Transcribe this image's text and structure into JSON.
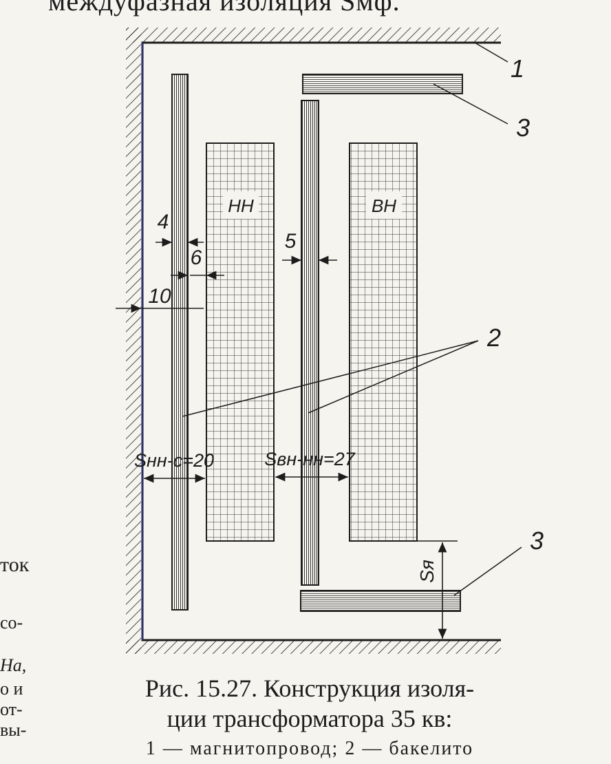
{
  "page_top_text": "междуфазная изоляция Sмф.",
  "figure": {
    "winding_labels": {
      "low_voltage": "НН",
      "high_voltage": "ВН"
    },
    "callouts": {
      "yoke": "1",
      "barrier": "2",
      "end_barrier": "3"
    },
    "dimensions": {
      "d4": "4",
      "d5": "5",
      "d6": "6",
      "d10": "10",
      "s_nn_c": "Sнн-с=20",
      "s_vn_nn": "Sвн-нн=27",
      "s_ya": "Sя"
    }
  },
  "caption": {
    "line1": "Рис. 15.27. Конструкция изоля-",
    "line2": "ции трансформатора 35 кв:",
    "line3": "1 — магнитопровод; 2 — бакелито"
  },
  "side_text": [
    "ток",
    "со-",
    "Нa,",
    "о и",
    "от-",
    "вы-"
  ]
}
